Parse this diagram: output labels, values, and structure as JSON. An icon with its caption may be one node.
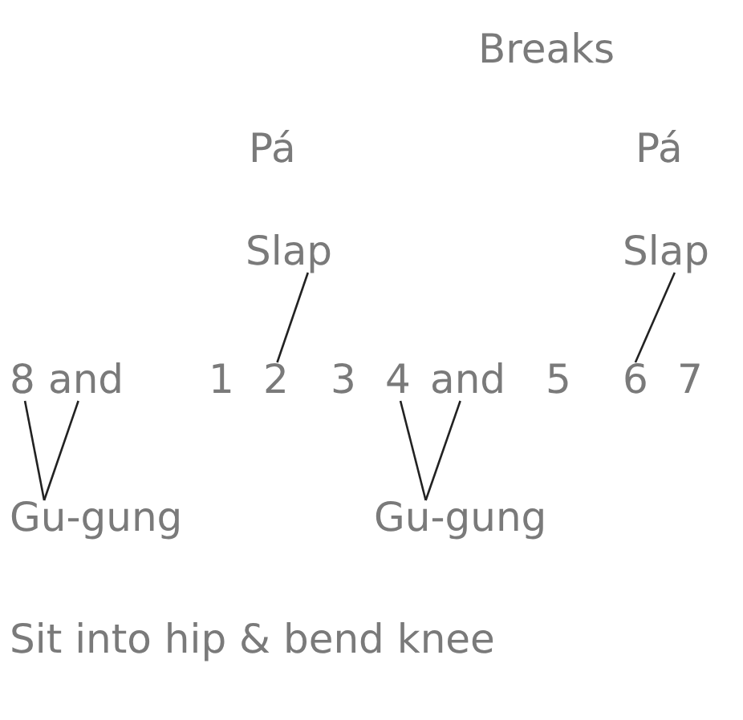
{
  "diagram": {
    "nodes": [
      {
        "text": [
          "Slap"
        ]
      },
      {
        "text": [
          "Slap"
        ]
      },
      {
        "text": [
          "8"
        ]
      },
      {
        "text": [
          "and"
        ]
      },
      {
        "text": [
          "2"
        ]
      },
      {
        "text": [
          "4"
        ]
      },
      {
        "text": [
          "and"
        ]
      },
      {
        "text": [
          "6"
        ]
      },
      {
        "text": [
          "Gu-gung"
        ]
      },
      {
        "text": [
          "Gu-gung"
        ]
      }
    ],
    "edges": [
      {
        "from": 0,
        "to": 4,
        "arrow": "none"
      },
      {
        "from": 1,
        "to": 7,
        "arrow": "none"
      },
      {
        "from": 2,
        "to": 8,
        "arrow": "none"
      },
      {
        "from": 3,
        "to": 8,
        "arrow": "none"
      },
      {
        "from": 5,
        "to": 9,
        "arrow": "none"
      },
      {
        "from": 6,
        "to": 9,
        "arrow": "none"
      }
    ],
    "labels": [
      "Breaks",
      "Pá",
      "Pá",
      "1",
      "3",
      "5",
      "7",
      "Sit into hip & bend knee"
    ]
  }
}
